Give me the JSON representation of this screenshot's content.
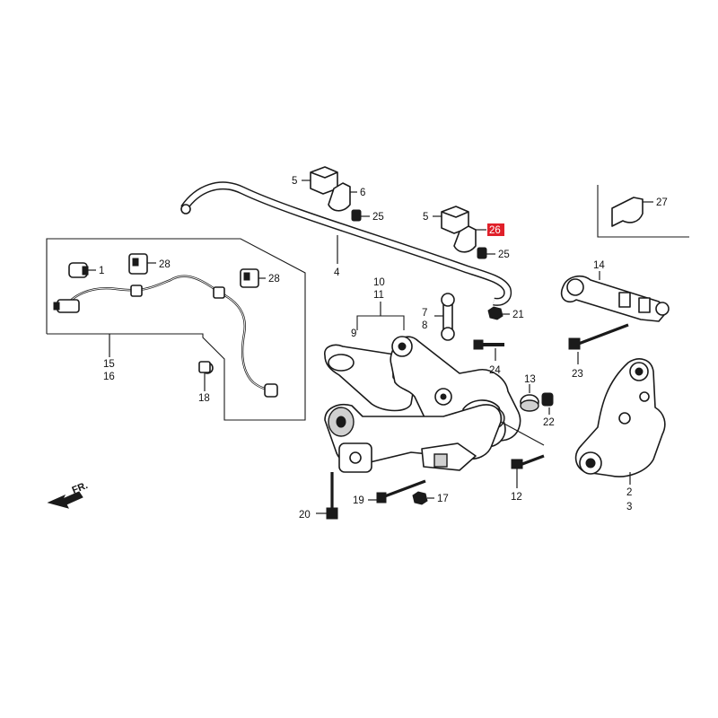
{
  "diagram": {
    "direction_label": "FR.",
    "highlight_color": "#e0202a",
    "line_color": "#1a1a1a",
    "callouts": [
      {
        "text": "1",
        "highlighted": false
      },
      {
        "text": "28",
        "highlighted": false
      },
      {
        "text": "28",
        "highlighted": false
      },
      {
        "text": "15",
        "highlighted": false
      },
      {
        "text": "16",
        "highlighted": false
      },
      {
        "text": "18",
        "highlighted": false
      },
      {
        "text": "5",
        "highlighted": false
      },
      {
        "text": "6",
        "highlighted": false
      },
      {
        "text": "25",
        "highlighted": false
      },
      {
        "text": "4",
        "highlighted": false
      },
      {
        "text": "5",
        "highlighted": false
      },
      {
        "text": "26",
        "highlighted": true
      },
      {
        "text": "25",
        "highlighted": false
      },
      {
        "text": "27",
        "highlighted": false
      },
      {
        "text": "10",
        "highlighted": false
      },
      {
        "text": "11",
        "highlighted": false
      },
      {
        "text": "9",
        "highlighted": false
      },
      {
        "text": "7",
        "highlighted": false
      },
      {
        "text": "8",
        "highlighted": false
      },
      {
        "text": "21",
        "highlighted": false
      },
      {
        "text": "24",
        "highlighted": false
      },
      {
        "text": "14",
        "highlighted": false
      },
      {
        "text": "23",
        "highlighted": false
      },
      {
        "text": "13",
        "highlighted": false
      },
      {
        "text": "22",
        "highlighted": false
      },
      {
        "text": "12",
        "highlighted": false
      },
      {
        "text": "2",
        "highlighted": false
      },
      {
        "text": "3",
        "highlighted": false
      },
      {
        "text": "20",
        "highlighted": false
      },
      {
        "text": "19",
        "highlighted": false
      },
      {
        "text": "17",
        "highlighted": false
      }
    ]
  }
}
